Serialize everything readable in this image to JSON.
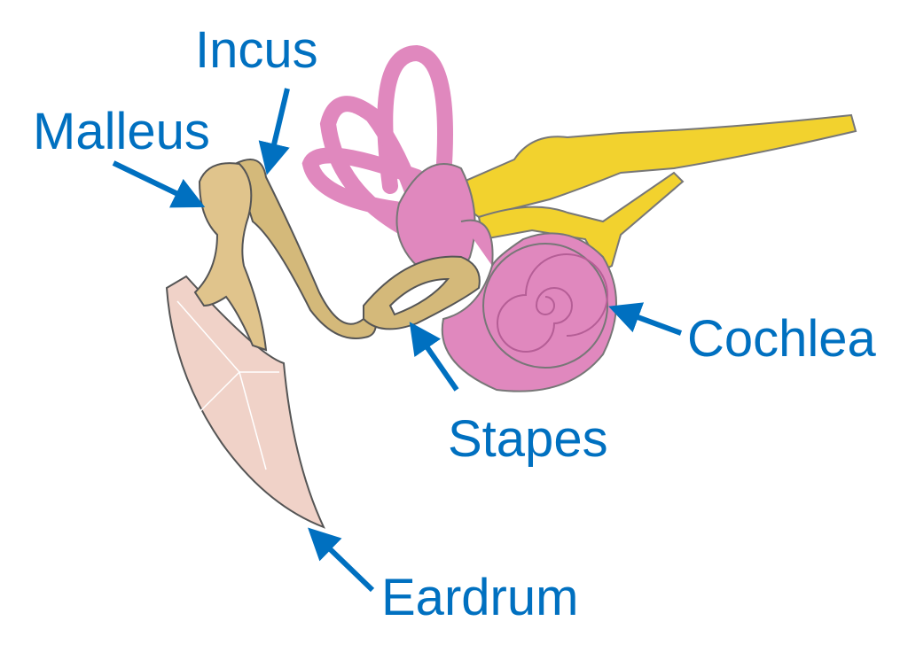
{
  "colors": {
    "label": "#0070C0",
    "bone": "#D4B97A",
    "bone_light": "#E6CB96",
    "inner_ear": "#E088BE",
    "nerve": "#F2D22E",
    "eardrum": "#F0D2C8",
    "outline": "#555555"
  },
  "labels": {
    "incus": "Incus",
    "malleus": "Malleus",
    "cochlea": "Cochlea",
    "stapes": "Stapes",
    "eardrum": "Eardrum"
  }
}
